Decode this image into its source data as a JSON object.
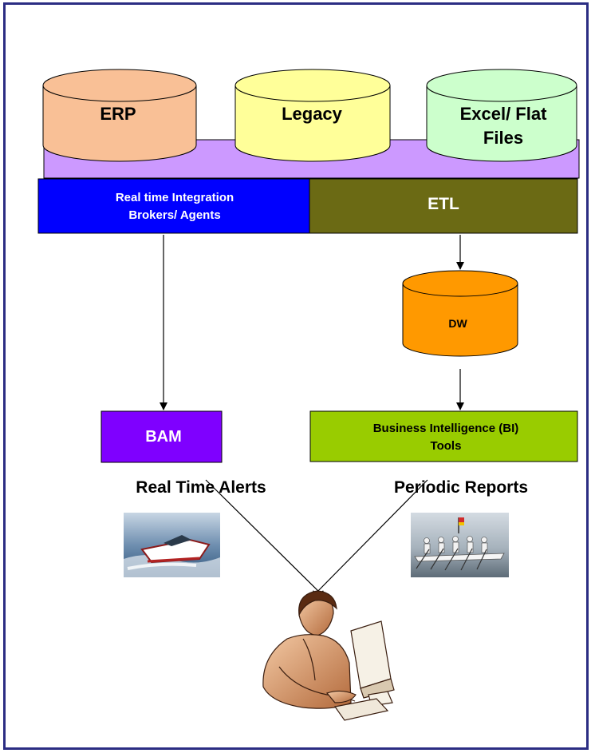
{
  "sources": {
    "erp": "ERP",
    "legacy": "Legacy",
    "files_line1": "Excel/ Flat",
    "files_line2": "Files"
  },
  "integration": {
    "realtime_line1": "Real time Integration",
    "realtime_line2": "Brokers/ Agents",
    "etl": "ETL"
  },
  "warehouse": {
    "dw": "DW"
  },
  "outputs": {
    "bam": "BAM",
    "bi_line1": "Business Intelligence (BI)",
    "bi_line2": "Tools"
  },
  "captions": {
    "alerts": "Real Time Alerts",
    "reports": "Periodic Reports"
  },
  "images": {
    "speedboat": "speedboat-photo",
    "rowers": "rowing-team-photo",
    "user": "user-at-computer-clipart"
  },
  "colors": {
    "border": "#2b2d83",
    "erp": "#f9c096",
    "legacy": "#ffff99",
    "files": "#ccffcc",
    "bus": "#cc99ff",
    "realtime": "#0000ff",
    "etl": "#6b6a14",
    "dw": "#ff9900",
    "bam": "#7f00ff",
    "bi": "#99cc00"
  }
}
